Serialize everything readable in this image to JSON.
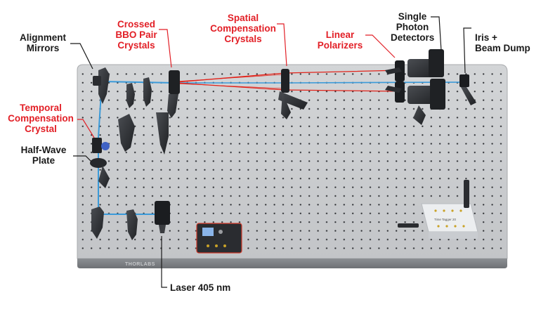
{
  "labels": {
    "alignment_mirrors": "Alignment\nMirrors",
    "crossed_bbo": "Crossed\nBBO Pair\nCrystals",
    "spatial_comp": "Spatial\nCompensation\nCrystals",
    "linear_polarizers": "Linear\nPolarizers",
    "single_photon": "Single\nPhoton\nDetectors",
    "iris_dump": "Iris +\nBeam Dump",
    "temporal_comp": "Temporal\nCompensation\nCrystal",
    "half_wave": "Half-Wave\nPlate",
    "laser": "Laser 405 nm"
  },
  "board_brand": "THORLABS",
  "tagger_text": "Time Tagger 20",
  "colors": {
    "red_label": "#e21f26",
    "black_label": "#1a1a1a",
    "beam_blue": "#3a9ad9",
    "beam_red": "#e2231a",
    "breadboard": "#c9cbcd"
  }
}
